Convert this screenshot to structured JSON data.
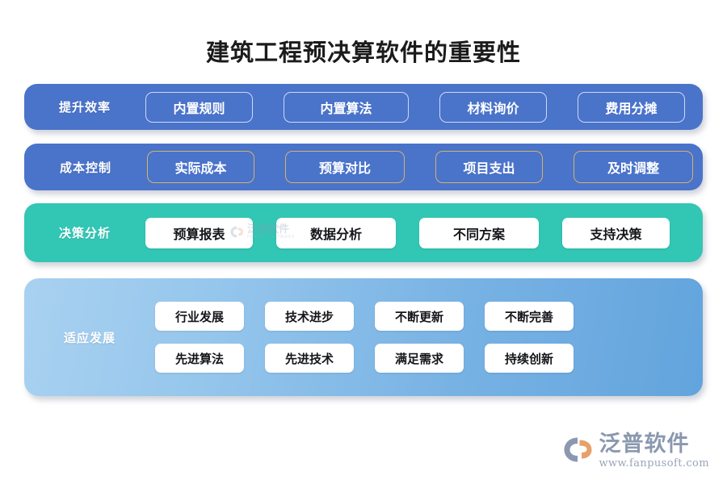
{
  "page": {
    "title": "建筑工程预决算软件的重要性",
    "background": "#ffffff"
  },
  "colors": {
    "blue_band": "#4a73ca",
    "teal_band": "#32c6b4",
    "adapt_gradient_start": "#a9d1f0",
    "adapt_gradient_end": "#62a4dd",
    "gold_border": "#d3b36a",
    "white_chip": "#ffffff",
    "title_text": "#1b1b1b",
    "brand_gray": "#8b98af",
    "brand_orange": "#e8a06a"
  },
  "rows": [
    {
      "id": "efficiency",
      "label": "提升效率",
      "style": "blue-outline",
      "items": [
        "内置规则",
        "内置算法",
        "材料询价",
        "费用分摊"
      ]
    },
    {
      "id": "cost",
      "label": "成本控制",
      "style": "gold-outline",
      "items": [
        "实际成本",
        "预算对比",
        "项目支出",
        "及时调整"
      ]
    },
    {
      "id": "decision",
      "label": "决策分析",
      "style": "white-solid",
      "items": [
        "预算报表",
        "数据分析",
        "不同方案",
        "支持决策"
      ]
    },
    {
      "id": "adapt",
      "label": "适应发展",
      "style": "white-solid-grid",
      "items_row1": [
        "行业发展",
        "技术进步",
        "不断更新",
        "不断完善"
      ],
      "items_row2": [
        "先进算法",
        "先进技术",
        "满足需求",
        "持续创新"
      ]
    }
  ],
  "watermark": {
    "cn": "泛普软件",
    "en": "FANPU SOFTWARE"
  },
  "brand": {
    "name": "泛普软件",
    "url": "www.fanpusoft.com"
  }
}
